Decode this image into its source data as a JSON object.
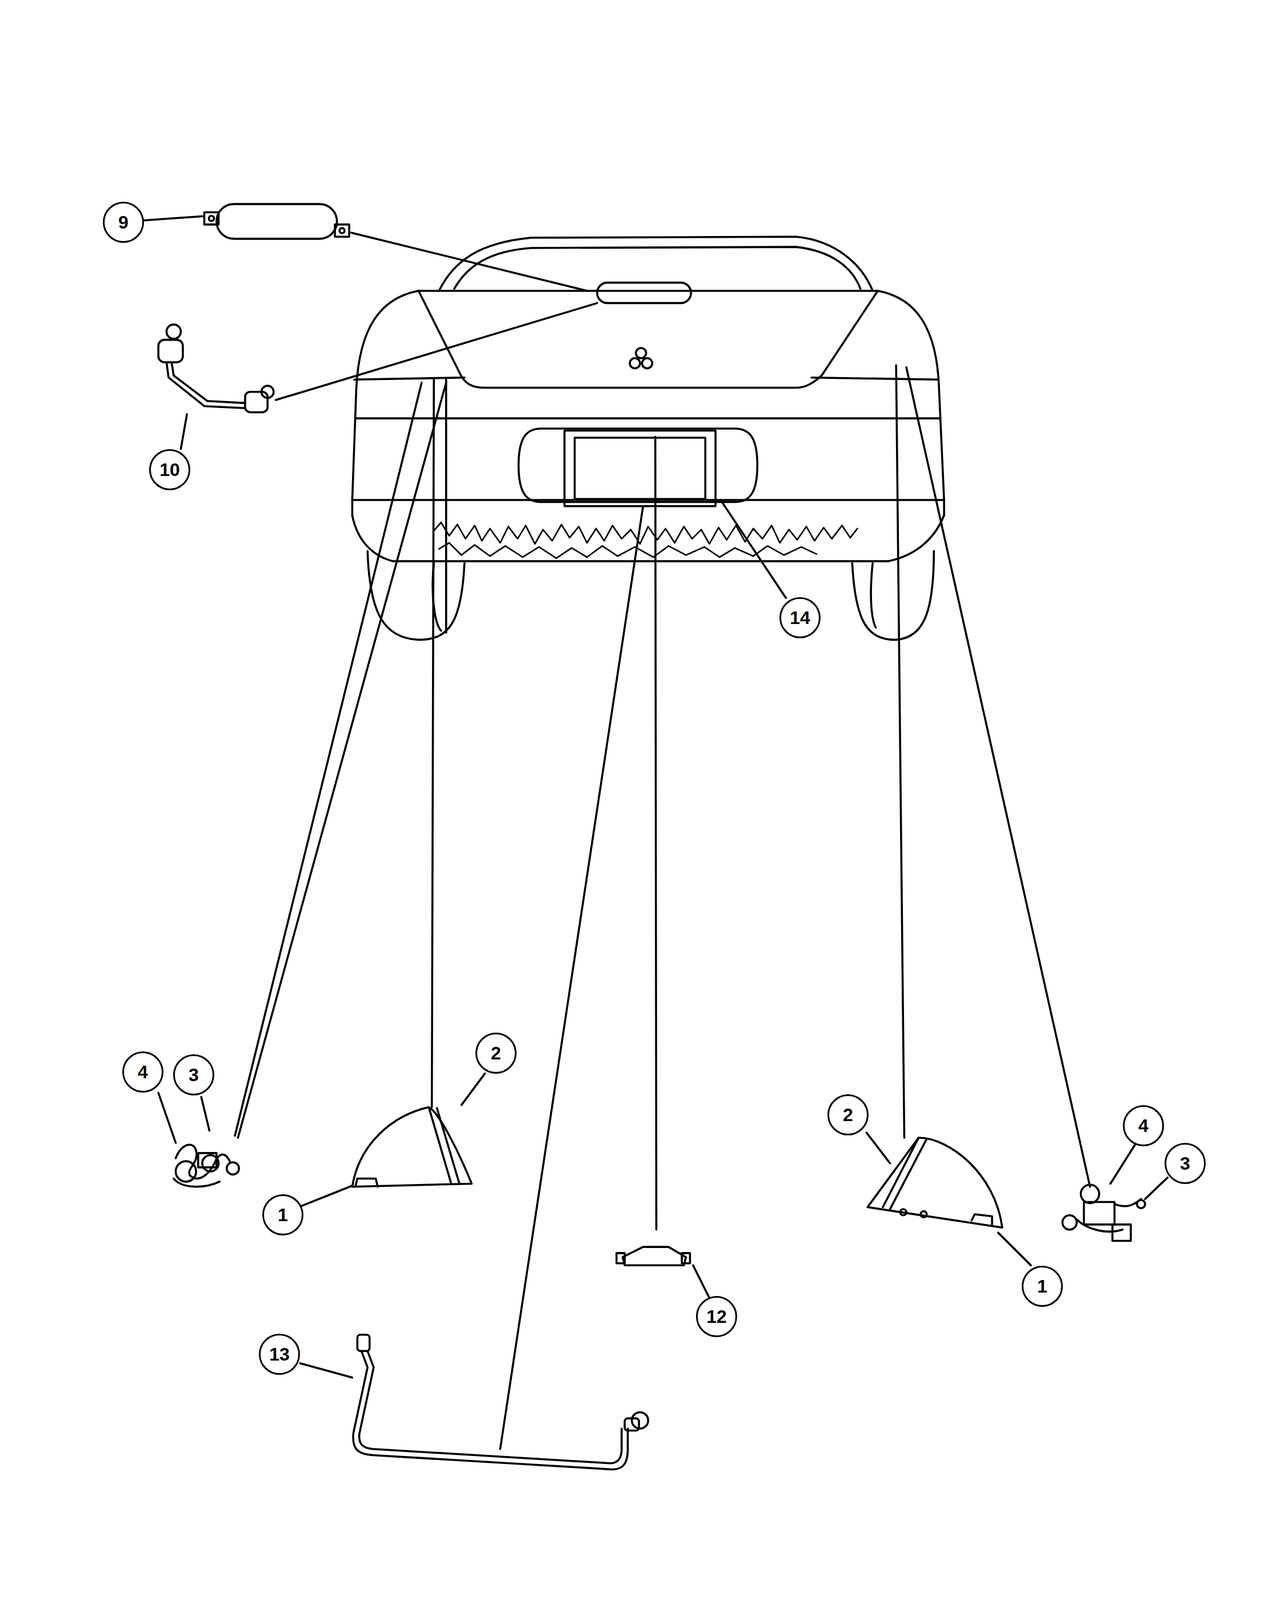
{
  "diagram": {
    "labels": [
      "9",
      "10",
      "14",
      "2",
      "4",
      "3",
      "2",
      "4",
      "3",
      "1",
      "1",
      "12",
      "13"
    ]
  }
}
